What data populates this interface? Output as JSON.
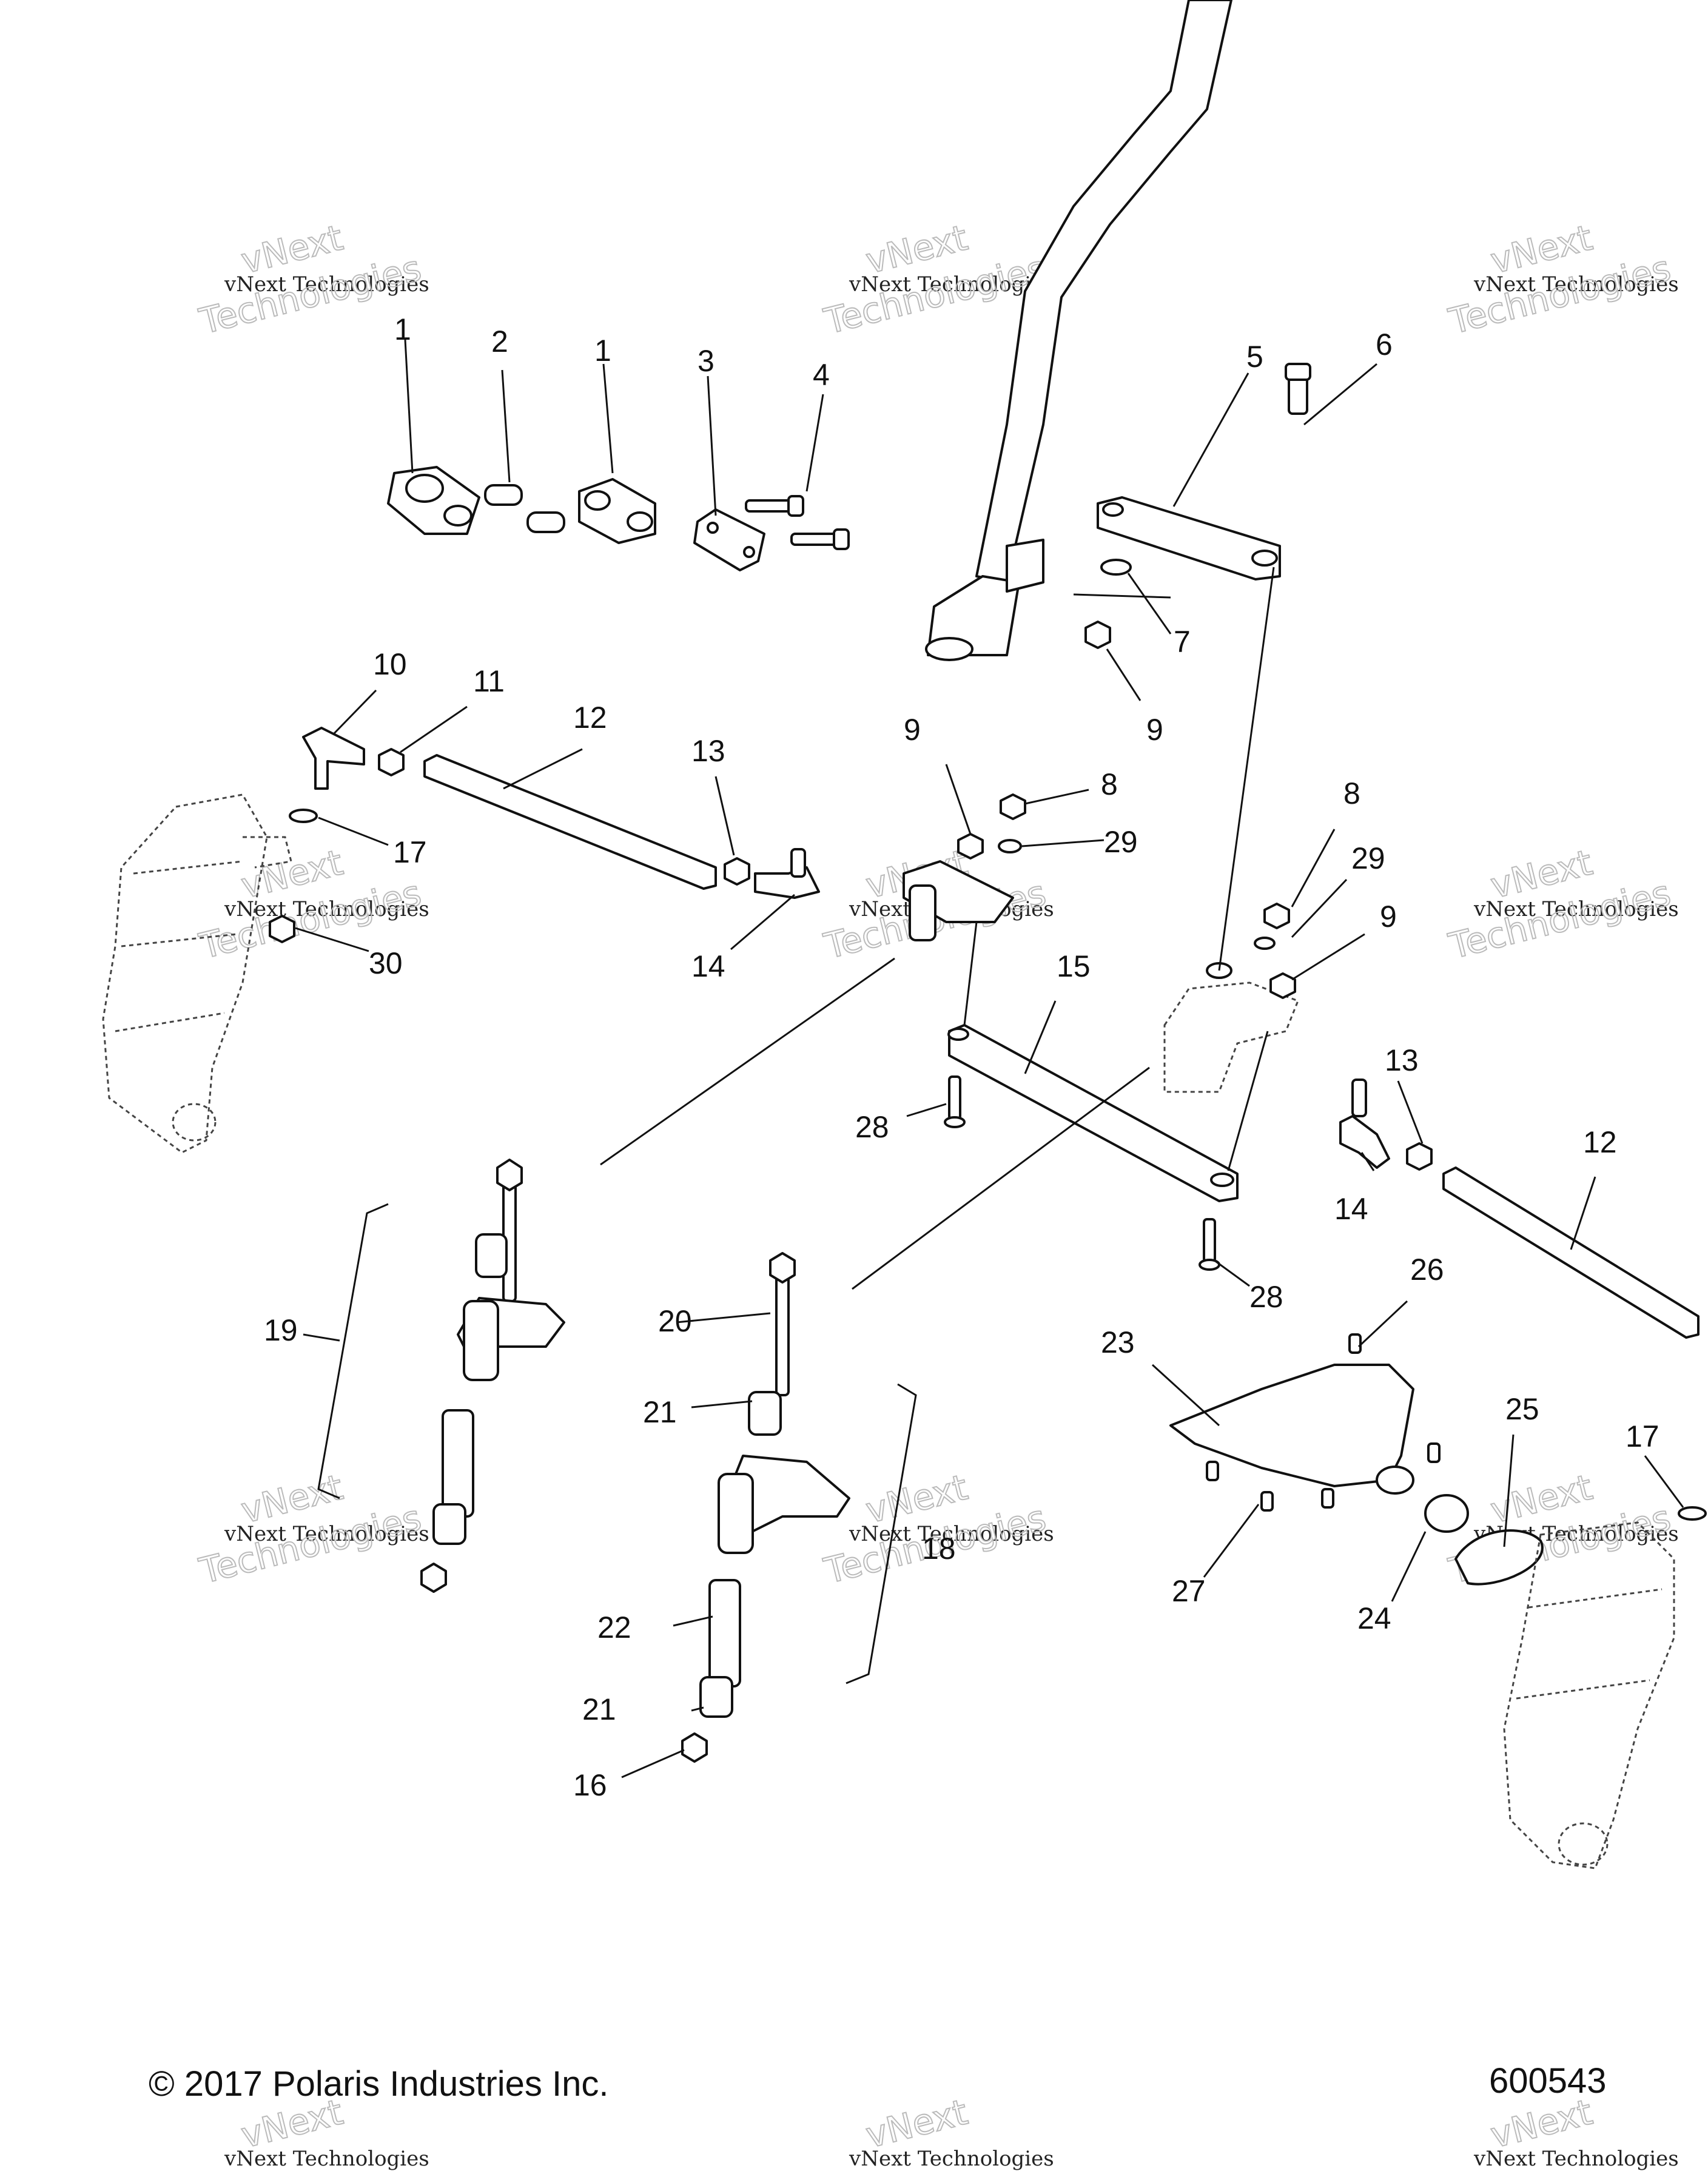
{
  "callouts": [
    "1",
    "2",
    "1",
    "3",
    "4",
    "5",
    "6",
    "7",
    "9",
    "10",
    "11",
    "12",
    "13",
    "14",
    "17",
    "30",
    "9",
    "8",
    "29",
    "8",
    "29",
    "9",
    "15",
    "28",
    "13",
    "14",
    "12",
    "28",
    "19",
    "20",
    "21",
    "22",
    "21",
    "16",
    "18",
    "23",
    "26",
    "25",
    "17",
    "27",
    "24"
  ],
  "watermark": {
    "line1": "vNext Technologies",
    "line2": "Technologies",
    "line2b": "vNext"
  },
  "footer": {
    "copyright": "© 2017 Polaris Industries Inc.",
    "diagram_number": "600543"
  }
}
